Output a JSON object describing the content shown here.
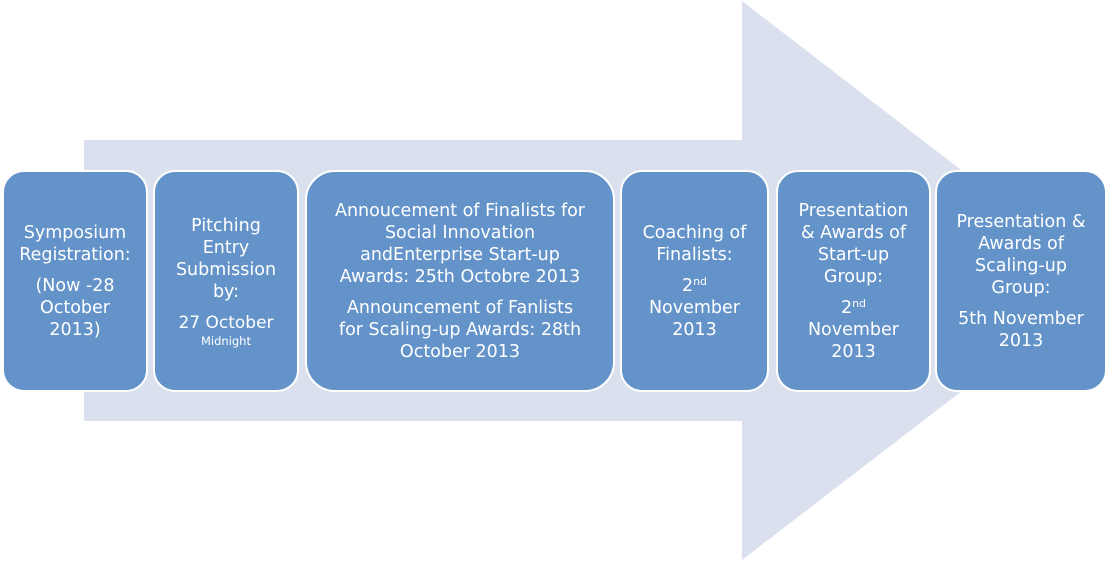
{
  "colors": {
    "arrow": "#dae0ee",
    "box_fill": "#6393c9",
    "box_border": "#ffffff",
    "text": "#ffffff"
  },
  "steps": [
    {
      "lines": [
        "Symposium",
        "Registration:"
      ],
      "detail": [
        "(Now -28",
        "October",
        "2013)"
      ]
    },
    {
      "lines": [
        "Pitching",
        "Entry",
        "Submission",
        "by:"
      ],
      "date": "27 October",
      "note": "Midnight"
    },
    {
      "para1": [
        "Annoucement of Finalists for",
        "Social Innovation",
        "andEnterprise Start-up",
        "Awards: 25th Octobre 2013"
      ],
      "para2": [
        "Announcement of Fanlists",
        "for Scaling-up Awards: 28th",
        "October 2013"
      ]
    },
    {
      "lines": [
        "Coaching of",
        "Finalists:"
      ],
      "day": "2",
      "suffix": "nd",
      "rest": [
        "November",
        "2013"
      ]
    },
    {
      "lines": [
        "Presentation",
        "& Awards of",
        "Start-up",
        "Group:"
      ],
      "day": "2",
      "suffix": "nd",
      "rest": [
        "November",
        "2013"
      ]
    },
    {
      "lines": [
        "Presentation &",
        "Awards of",
        "Scaling-up",
        "Group:"
      ],
      "detail": [
        "5th November",
        "2013"
      ]
    }
  ]
}
